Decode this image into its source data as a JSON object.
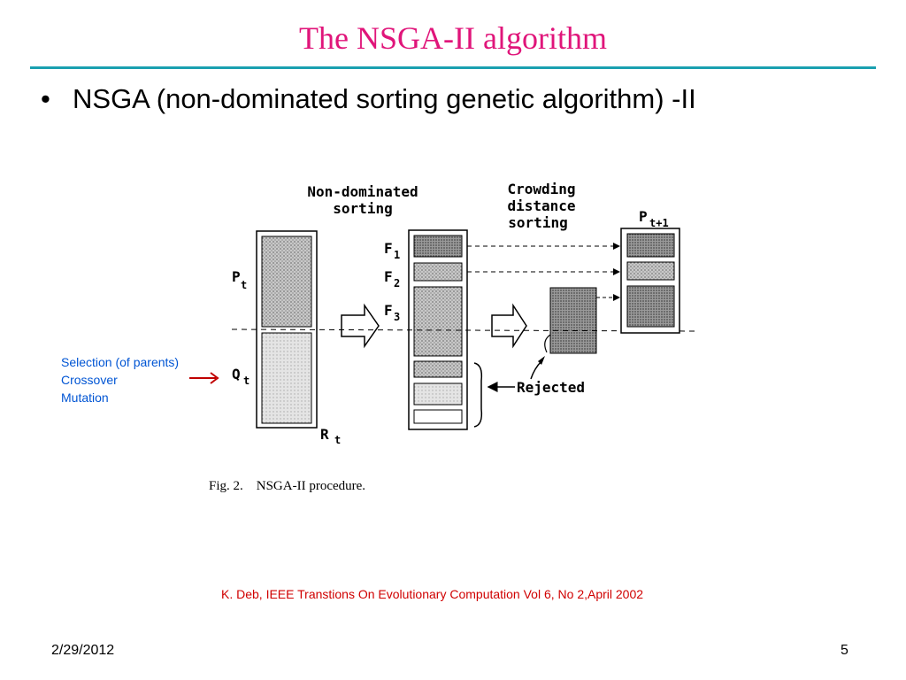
{
  "slide": {
    "title": "The NSGA-II algorithm",
    "bullet": "NSGA (non-dominated sorting genetic algorithm) -II",
    "bullet_marker": "•",
    "date": "2/29/2012",
    "page_number": "5"
  },
  "figure": {
    "heading_sort_line1": "Non-dominated",
    "heading_sort_line2": "sorting",
    "heading_crowd_line1": "Crowding",
    "heading_crowd_line2": "distance",
    "heading_crowd_line3": "sorting",
    "label_Pt": "P",
    "label_Pt_sub": "t",
    "label_Qt": "Q",
    "label_Qt_sub": "t",
    "label_Rt": "R",
    "label_Rt_sub": "t",
    "label_F1": "F",
    "label_F1_sub": "1",
    "label_F2": "F",
    "label_F2_sub": "2",
    "label_F3": "F",
    "label_F3_sub": "3",
    "label_Pnext": "P",
    "label_Pnext_sub": "t+1",
    "label_rejected": "Rejected",
    "caption": "Fig. 2.    NSGA-II procedure."
  },
  "sidenote": {
    "line1": "Selection (of parents)",
    "line2": "Crossover",
    "line3": "Mutation"
  },
  "citation": "K. Deb, IEEE Transtions On Evolutionary Computation Vol 6, No 2,April 2002",
  "colors": {
    "title": "#e0157a",
    "rule": "#1aa0b0",
    "sidenote": "#0055d4",
    "citation": "#d00000",
    "arrow": "#c00000"
  }
}
